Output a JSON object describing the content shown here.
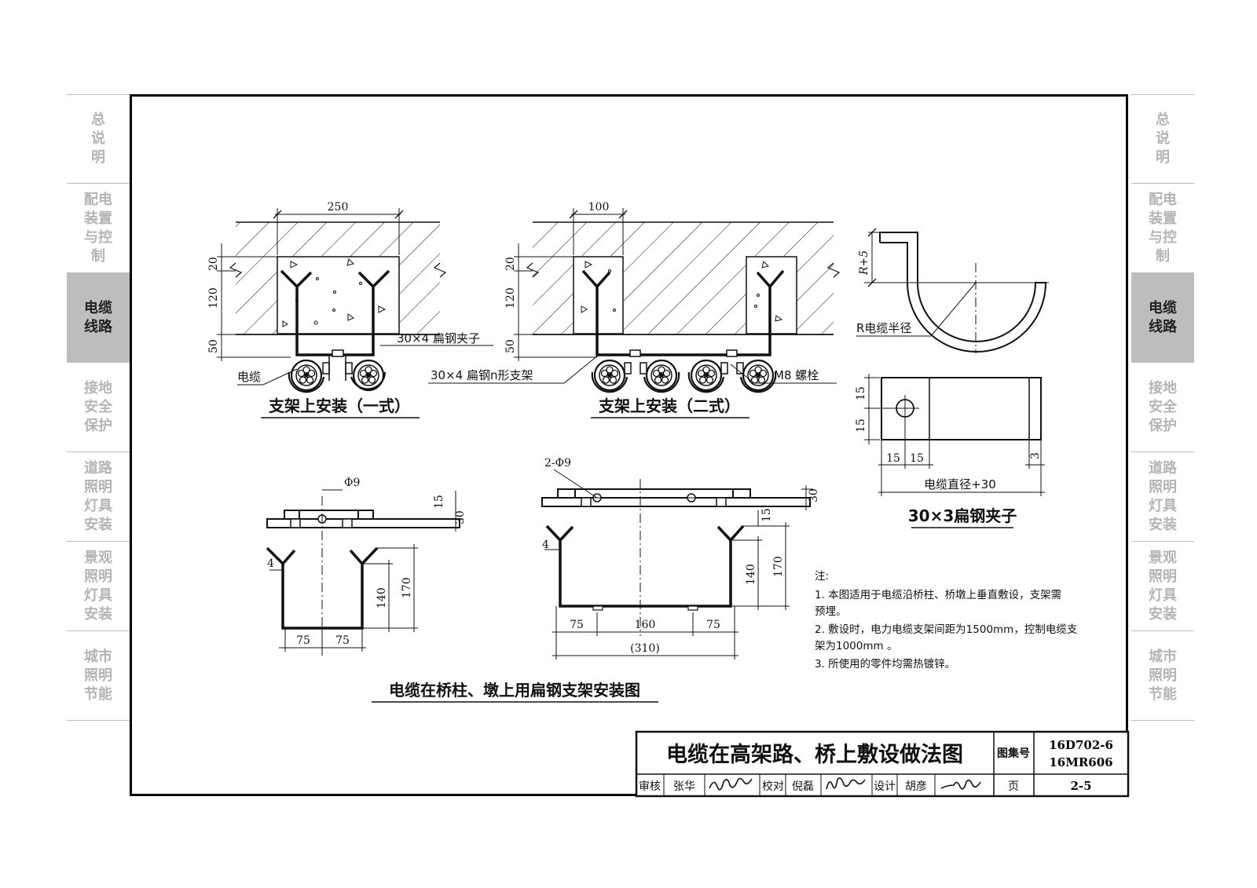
{
  "sidebar_left": [
    {
      "label": "总\n说\n明",
      "active": false
    },
    {
      "label": "配电\n装置\n与控\n制",
      "active": false
    },
    {
      "label": "电缆\n线路",
      "active": true
    },
    {
      "label": "接地\n安全\n保护",
      "active": false
    },
    {
      "label": "道路\n照明\n灯具\n安装",
      "active": false
    },
    {
      "label": "景观\n照明\n灯具\n安装",
      "active": false
    },
    {
      "label": "城市\n照明\n节能",
      "active": false
    }
  ],
  "sidebar_right": [
    {
      "label": "总\n说\n明",
      "active": false
    },
    {
      "label": "配电\n装置\n与控\n制",
      "active": false
    },
    {
      "label": "电缆\n线路",
      "active": true
    },
    {
      "label": "接地\n安全\n保护",
      "active": false
    },
    {
      "label": "道路\n照明\n灯具\n安装",
      "active": false
    },
    {
      "label": "景观\n照明\n灯具\n安装",
      "active": false
    },
    {
      "label": "城市\n照明\n节能",
      "active": false
    }
  ],
  "fig1": {
    "caption": "支架上安装（一式）",
    "dim_width": "250",
    "dim_20": "20",
    "dim_120": "120",
    "dim_50": "50",
    "label_clamp": "30×4 扁钢夹子",
    "label_cable": "电缆"
  },
  "fig2": {
    "caption": "支架上安装（二式）",
    "dim_width": "100",
    "dim_20": "20",
    "dim_120": "120",
    "dim_50": "50",
    "label_bracket": "30×4 扁钢n形支架",
    "label_bolt": "M8 螺栓"
  },
  "fig3": {
    "caption": "30×3扁钢夹子",
    "dim_r5": "R+5",
    "label_radius": "R电缆半径",
    "dim_15a": "15",
    "dim_15b": "15",
    "dim_15c": "15",
    "dim_15d": "15",
    "dim_3": "3",
    "dim_width": "电缆直径+30"
  },
  "fig4": {
    "dim_hole": "Φ9",
    "dim_15": "15",
    "dim_30": "30",
    "dim_4": "4",
    "dim_140": "140",
    "dim_170": "170",
    "dim_75a": "75",
    "dim_75b": "75"
  },
  "fig5": {
    "dim_hole": "2-Φ9",
    "dim_30": "30",
    "dim_15": "15",
    "dim_4": "4",
    "dim_140": "140",
    "dim_170": "170",
    "dim_75a": "75",
    "dim_160": "160",
    "dim_75b": "75",
    "dim_total": "(310)"
  },
  "bottom_caption": "电缆在桥柱、墩上用扁钢支架安装图",
  "notes": {
    "title": "注:",
    "lines": [
      "1.  本图适用于电缆沿桥柱、桥墩上垂直敷设，支架需",
      "     预埋。",
      "2.  敷设时，电力电缆支架间距为1500mm，控制电缆支",
      "     架为1000mm 。",
      "3.  所使用的零件均需热镀锌。"
    ]
  },
  "title_block": {
    "title": "电缆在高架路、桥上敷设做法图",
    "atlas_label": "图集号",
    "atlas_no_1": "16D702-6",
    "atlas_no_2": "16MR606",
    "review_label": "审核",
    "reviewer": "张华",
    "check_label": "校对",
    "checker": "倪磊",
    "design_label": "设计",
    "designer": "胡彦",
    "page_label": "页",
    "page_no": "2-5"
  }
}
